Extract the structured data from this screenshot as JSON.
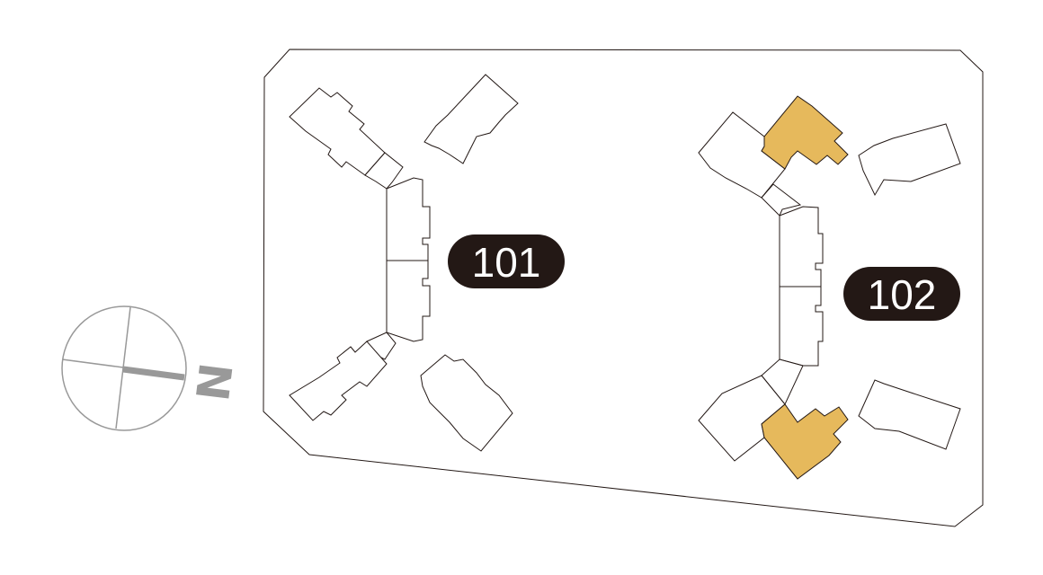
{
  "colors": {
    "highlight": "#E6B95C",
    "label_bg": "#231815",
    "compass": "#999999"
  },
  "compass": {
    "north_label": "N"
  },
  "buildings": [
    {
      "label": "101"
    },
    {
      "label": "102"
    }
  ]
}
